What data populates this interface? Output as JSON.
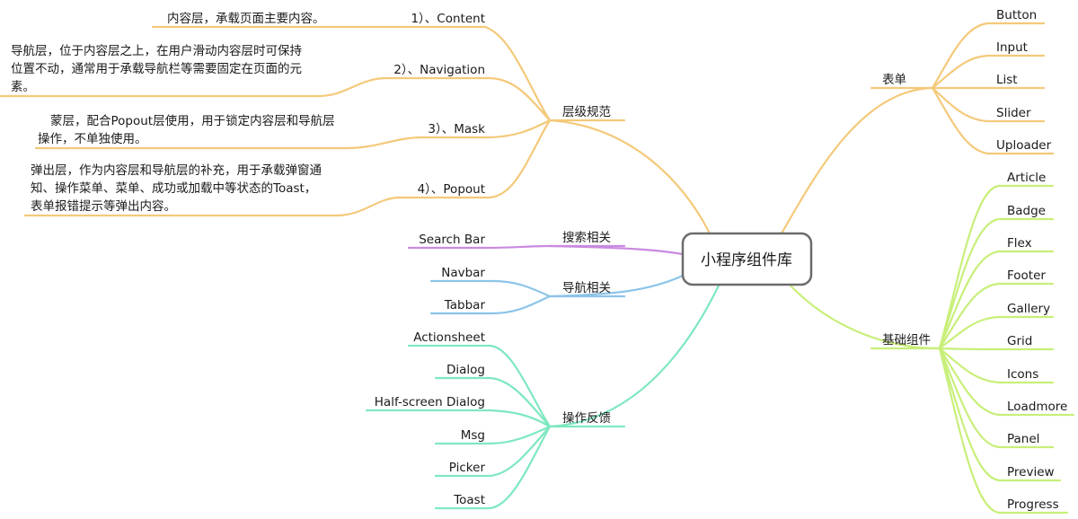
{
  "root": {
    "label": "小程序组件库"
  },
  "colors": {
    "layer": "#f4c97a",
    "form": "#f4c97a",
    "search": "#c98ae0",
    "nav": "#8cc4e8",
    "feedback": "#7ee8c0",
    "basic": "#c8ef7a",
    "root_border": "#6b6b6b"
  },
  "branches": {
    "layer": {
      "label": "层级规范",
      "children": [
        {
          "label": "1）、Content",
          "desc": [
            "内容层，承载页面主要内容。"
          ]
        },
        {
          "label": "2）、Navigation",
          "desc": [
            "导航层，位于内容层之上，在用户滑动内容层时可保持",
            "位置不动，通常用于承载导航栏等需要固定在页面的元",
            "素。"
          ]
        },
        {
          "label": "3）、Mask",
          "desc": [
            "蒙层，配合Popout层使用，用于锁定内容层和导航层",
            "操作，不单独使用。"
          ]
        },
        {
          "label": "4）、Popout",
          "desc": [
            "弹出层，作为内容层和导航层的补充，用于承载弹窗通",
            "知、操作菜单、菜单、成功或加载中等状态的Toast，",
            "表单报错提示等弹出内容。"
          ]
        }
      ]
    },
    "search": {
      "label": "搜索相关",
      "children": [
        "Search Bar"
      ]
    },
    "nav": {
      "label": "导航相关",
      "children": [
        "Navbar",
        "Tabbar"
      ]
    },
    "feedback": {
      "label": "操作反馈",
      "children": [
        "Actionsheet",
        "Dialog",
        "Half-screen Dialog",
        "Msg",
        "Picker",
        "Toast"
      ]
    },
    "form": {
      "label": "表单",
      "children": [
        "Button",
        "Input",
        "List",
        "Slider",
        "Uploader"
      ]
    },
    "basic": {
      "label": "基础组件",
      "children": [
        "Article",
        "Badge",
        "Flex",
        "Footer",
        "Gallery",
        "Grid",
        "Icons",
        "Loadmore",
        "Panel",
        "Preview",
        "Progress"
      ]
    }
  }
}
